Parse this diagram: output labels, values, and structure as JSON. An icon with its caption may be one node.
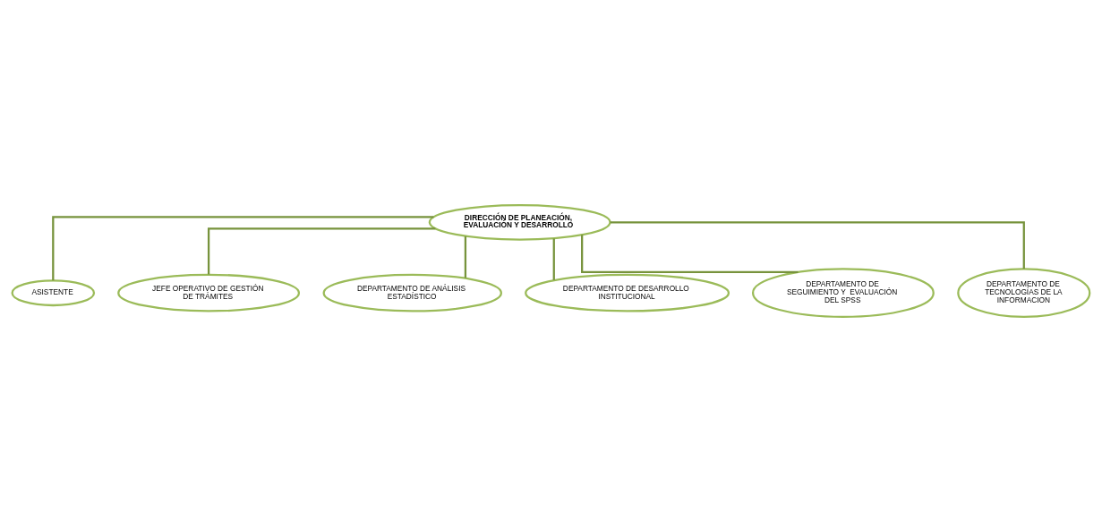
{
  "diagram": {
    "nodes": [
      {
        "text": [
          "DIRECCIÓN DE PLANEACIÓN, EVALUACIÓN Y DESARROLLO"
        ]
      },
      {
        "text": [
          "ASISTENTE"
        ]
      },
      {
        "text": [
          "JEFE OPERATIVO DE GESTIÓN DE TRÁMITES"
        ]
      },
      {
        "text": [
          "DEPARTAMENTO DE ANÁLISIS ESTADÍSTICO"
        ]
      },
      {
        "text": [
          "DEPARTAMENTO DE DESARROLLO INSTITUCIONAL"
        ]
      },
      {
        "text": [
          "DEPARTAMENTO DE SEGUIMIENTO Y  EVALUACIÓN DEL SPSS"
        ]
      },
      {
        "text": [
          "DEPARTAMENTO DE TECNOLOGÍAS DE LA INFORMACION"
        ]
      }
    ],
    "edges": [
      {
        "from": 0,
        "to": 1,
        "arrow": "none"
      },
      {
        "from": 0,
        "to": 2,
        "arrow": "none"
      },
      {
        "from": 0,
        "to": 3,
        "arrow": "none"
      },
      {
        "from": 0,
        "to": 4,
        "arrow": "none"
      },
      {
        "from": 0,
        "to": 5,
        "arrow": "none"
      },
      {
        "from": 0,
        "to": 6,
        "arrow": "none"
      }
    ]
  }
}
